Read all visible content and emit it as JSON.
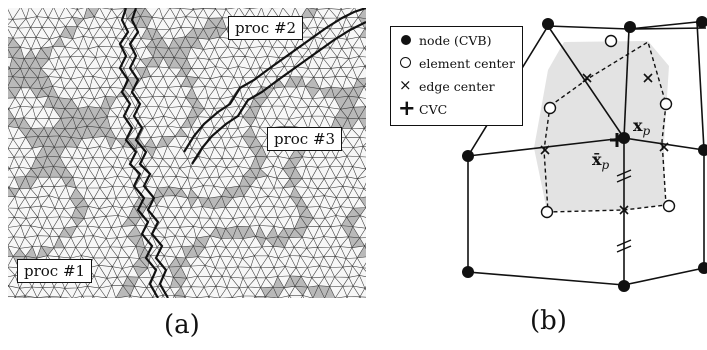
{
  "panel_a": {
    "labels": {
      "proc1": "proc #1",
      "proc2": "proc #2",
      "proc3": "proc #3"
    },
    "caption": "(a)"
  },
  "panel_b": {
    "legend": {
      "node": "node (CVB)",
      "element_center": "element center",
      "edge_center": "edge center",
      "cvc": "CVC"
    },
    "labels": {
      "xp_main": "x",
      "xp_sub": "p",
      "xbar_main": "x̄",
      "xbar_sub": "p"
    },
    "caption": "(b)"
  },
  "colors": {
    "mesh_line": "#3a3a3a",
    "shaded_region": "#b9b9b9",
    "control_volume_fill": "#e3e3e3",
    "ink": "#111111"
  }
}
